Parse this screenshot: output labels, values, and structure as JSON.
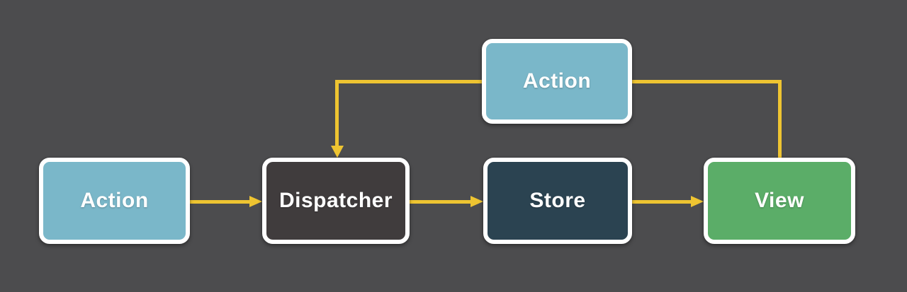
{
  "diagram": {
    "type": "flow-diagram",
    "nodes": {
      "action_top": {
        "label": "Action",
        "fill": "#7ab7c9"
      },
      "action_left": {
        "label": "Action",
        "fill": "#7ab7c9"
      },
      "dispatcher": {
        "label": "Dispatcher",
        "fill": "#403c3d"
      },
      "store": {
        "label": "Store",
        "fill": "#2b4351"
      },
      "view": {
        "label": "View",
        "fill": "#5bad68"
      }
    },
    "edges": [
      {
        "from": "action_left",
        "to": "dispatcher",
        "arrowhead": true
      },
      {
        "from": "dispatcher",
        "to": "store",
        "arrowhead": true
      },
      {
        "from": "store",
        "to": "view",
        "arrowhead": true
      },
      {
        "from": "view",
        "to": "action_top",
        "arrowhead": false
      },
      {
        "from": "action_top",
        "to": "dispatcher",
        "arrowhead": true
      }
    ],
    "colors": {
      "background": "#4c4c4e",
      "connector": "#eec431",
      "node_border": "#ffffff",
      "label_text": "#ffffff"
    }
  }
}
